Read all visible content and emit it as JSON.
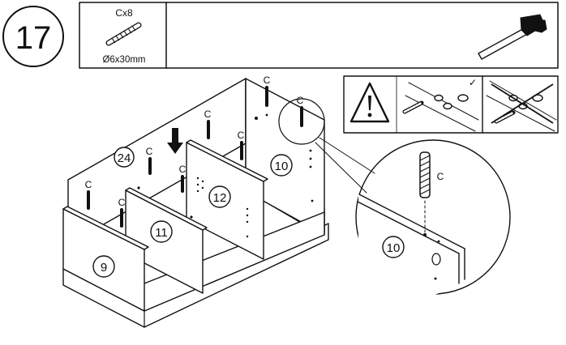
{
  "step": {
    "number": "17"
  },
  "parts_box": {
    "quantity": "Cx8",
    "dimension": "Ø6x30mm"
  },
  "tools": {
    "hammer": "hammer-icon"
  },
  "warning": {
    "icon": "warning-triangle-icon",
    "correct_mark": "✓"
  },
  "dowel_label": "C",
  "panels": {
    "p9": "9",
    "p10": "10",
    "p11": "11",
    "p12": "12",
    "p24": "24"
  },
  "zoom": {
    "dowel_label": "C",
    "panel_label": "10"
  }
}
